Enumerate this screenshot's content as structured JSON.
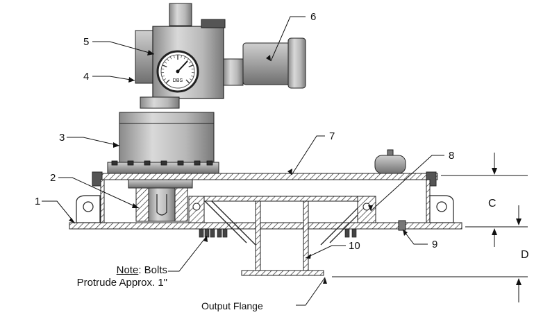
{
  "gauge": {
    "label": "DBS"
  },
  "callouts": {
    "c1": "1",
    "c2": "2",
    "c3": "3",
    "c4": "4",
    "c5": "5",
    "c6": "6",
    "c7": "7",
    "c8": "8",
    "c9": "9",
    "c10": "10"
  },
  "dimensions": {
    "c": "C",
    "d": "D"
  },
  "note": {
    "label": "Note",
    "line1_rest": ": Bolts",
    "line2": "Protrude Approx. 1\""
  },
  "output_flange": "Output Flange"
}
